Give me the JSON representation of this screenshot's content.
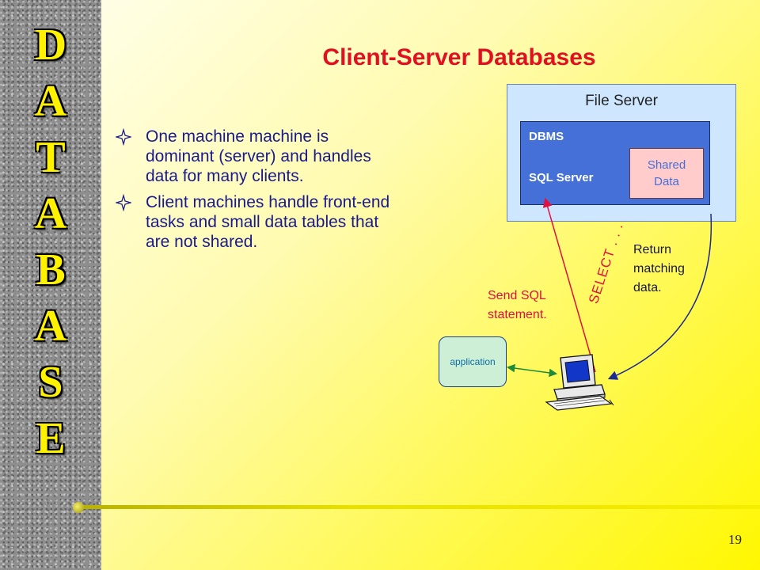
{
  "sidebar": {
    "letters": [
      "D",
      "A",
      "T",
      "A",
      "B",
      "A",
      "S",
      "E"
    ]
  },
  "slide": {
    "title": "Client-Server Databases",
    "bullets": [
      "One machine machine is dominant (server) and handles data for many clients.",
      "Client machines handle front-end tasks and small data tables that are not shared."
    ],
    "page_number": "19"
  },
  "diagram": {
    "file_server_label": "File Server",
    "dbms_label": "DBMS",
    "sql_server_label": "SQL Server",
    "shared_data_line1": "Shared",
    "shared_data_line2": "Data",
    "application_label": "application",
    "send_sql_line1": "Send SQL",
    "send_sql_line2": "statement.",
    "return_line1": "Return",
    "return_line2": "matching",
    "return_line3": "data.",
    "select_label": "SELECT . . ."
  },
  "colors": {
    "title": "#e01020",
    "bullet_text": "#1a1a8c",
    "sidebar_letters": "#fff200",
    "send_arrow": "#e01040",
    "return_arrow": "#1a2a9a",
    "app_link": "#208a3a"
  },
  "icons": [
    "star-bullet-icon",
    "computer-icon"
  ]
}
